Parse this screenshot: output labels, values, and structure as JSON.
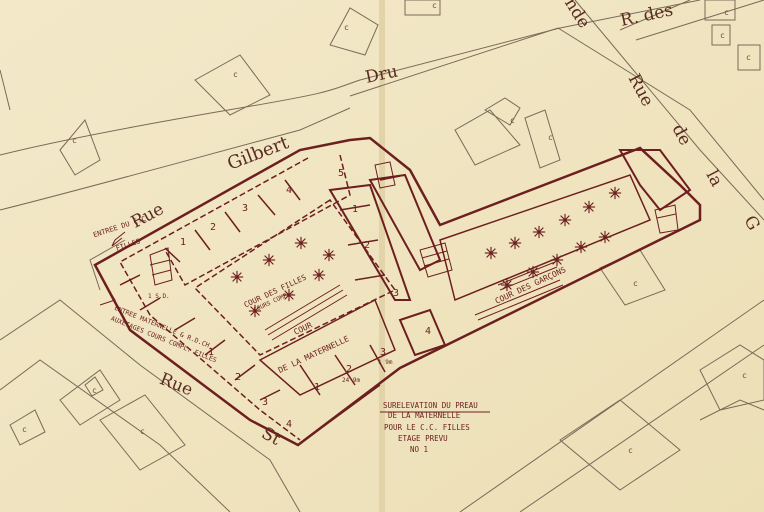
{
  "streets": {
    "rue_gilbert": "Gilbert",
    "rue_dru": "Dru",
    "rue_prefix": "Rue",
    "rue_left_bottom": "Rue",
    "st": "St",
    "top_fragment": "nde",
    "r_des": "R. des",
    "rue_de_la": [
      "Rue",
      "de",
      "la"
    ],
    "g_fragment": "G"
  },
  "labels": {
    "entree_cc_filles": [
      "ENTREE DU C.C",
      "FILLES"
    ],
    "entree_maternelle": [
      "ENTREE MATERNELLE & R.D.CH.",
      "AUXETAGES COURS COMPL. FILLES"
    ],
    "cour_filles": [
      "COUR DES FILLES",
      "COURS COMPL."
    ],
    "cour_maternelle": [
      "COUR",
      "DE LA MATERNELLE"
    ],
    "cour_garcons": [
      "COUR DES GARÇONS"
    ],
    "surelevation": [
      "SURELEVATION DU PREAU",
      "DE LA MATERNELLE",
      "POUR LE C.C. FILLES",
      "ETAGE PREVU",
      "NO 1"
    ]
  },
  "room_numbers": {
    "north_wing": [
      "1",
      "2",
      "3",
      "4",
      "5"
    ],
    "center_wing": [
      "1",
      "2",
      "3",
      "4"
    ],
    "south_wing": [
      "1",
      "2",
      "3",
      "4"
    ],
    "maternelle_wing": [
      "1",
      "2",
      "3"
    ],
    "small": [
      "1 S.D.",
      "24 9m",
      "1 9m"
    ]
  },
  "parcel_marks": [
    "c",
    "c",
    "c",
    "c",
    "c",
    "c",
    "c",
    "c",
    "c",
    "c",
    "c",
    "c",
    "c",
    "c",
    "c"
  ],
  "colors": {
    "paper": "#f1e6c4",
    "ink": "#6d1f1f",
    "pencil": "#7a6a58"
  }
}
